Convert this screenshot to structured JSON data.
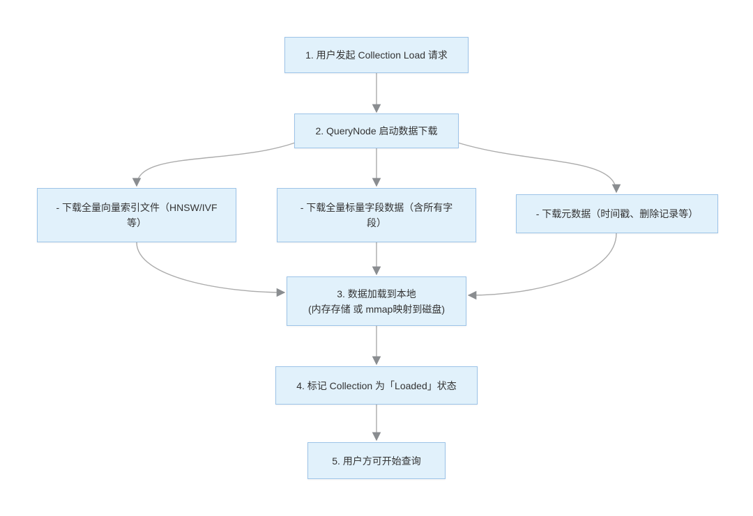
{
  "diagram": {
    "type": "flowchart",
    "background": "#ffffff",
    "colors": {
      "node_fill": "#e1f1fb",
      "node_border": "#9cc3e8",
      "edge_line": "#ababab",
      "arrowhead": "#8a8d90",
      "text": "#333333"
    },
    "nodes": [
      {
        "id": "step1",
        "label": "1. 用户发起 Collection Load 请求"
      },
      {
        "id": "step2",
        "label": "2. QueryNode 启动数据下载"
      },
      {
        "id": "download-vector-index",
        "label": "- 下载全量向量索引文件（HNSW/IVF\n等）"
      },
      {
        "id": "download-scalar-fields",
        "label": "- 下载全量标量字段数据（含所有字\n段）"
      },
      {
        "id": "download-metadata",
        "label": "- 下载元数据（时间戳、删除记录等）"
      },
      {
        "id": "step3",
        "label": "3. 数据加载到本地\n(内存存储 或 mmap映射到磁盘)"
      },
      {
        "id": "step4",
        "label": "4. 标记 Collection 为「Loaded」状态"
      },
      {
        "id": "step5",
        "label": "5. 用户方可开始查询"
      }
    ],
    "edges": [
      {
        "from": "step1",
        "to": "step2"
      },
      {
        "from": "step2",
        "to": "download-vector-index"
      },
      {
        "from": "step2",
        "to": "download-scalar-fields"
      },
      {
        "from": "step2",
        "to": "download-metadata"
      },
      {
        "from": "download-vector-index",
        "to": "step3"
      },
      {
        "from": "download-scalar-fields",
        "to": "step3"
      },
      {
        "from": "download-metadata",
        "to": "step3"
      },
      {
        "from": "step3",
        "to": "step4"
      },
      {
        "from": "step4",
        "to": "step5"
      }
    ]
  }
}
